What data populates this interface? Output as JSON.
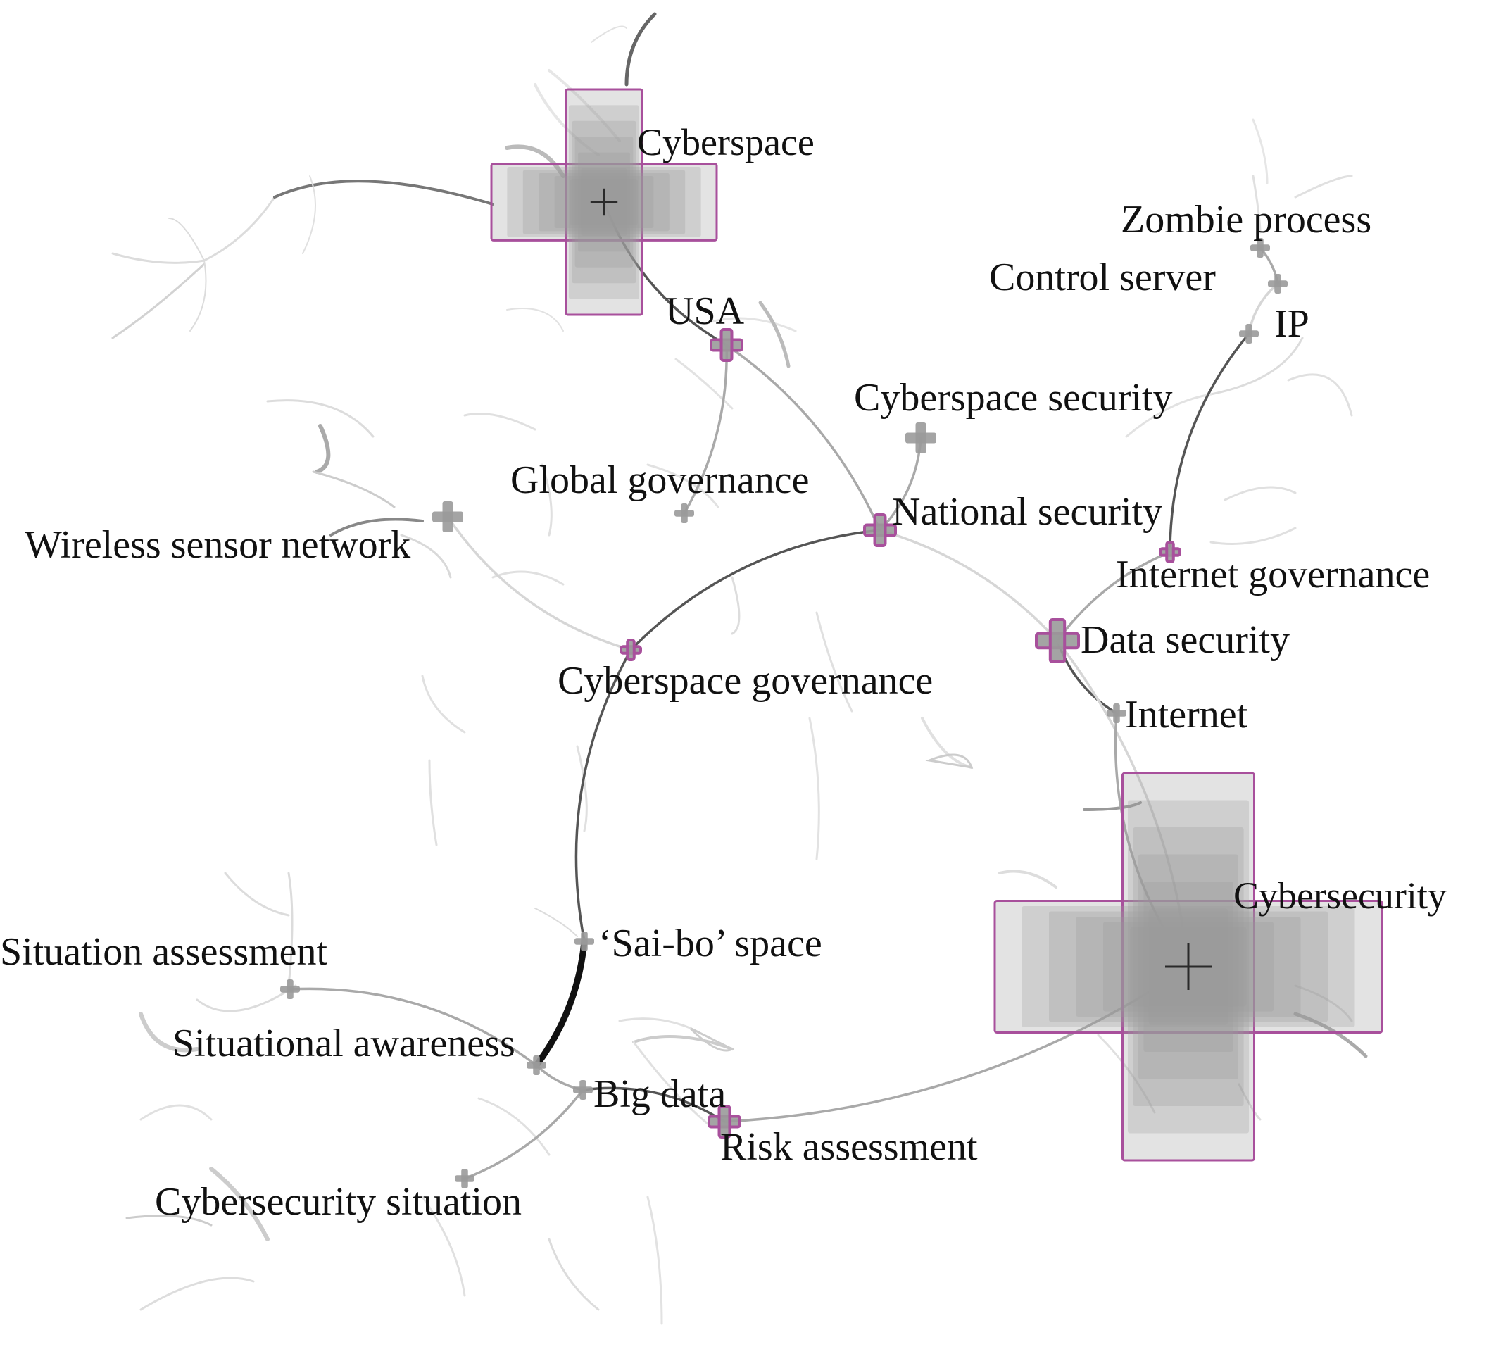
{
  "nodes": [
    {
      "id": "cyberspace",
      "label": "Cyberspace",
      "size": "xl",
      "burst": false
    },
    {
      "id": "cybersecurity",
      "label": "Cybersecurity",
      "size": "xxl",
      "burst": false
    },
    {
      "id": "usa",
      "label": "USA",
      "size": "s",
      "burst": true
    },
    {
      "id": "zombie-process",
      "label": "Zombie process",
      "size": "xs",
      "burst": false
    },
    {
      "id": "control-server",
      "label": "Control server",
      "size": "xs",
      "burst": false
    },
    {
      "id": "ip",
      "label": "IP",
      "size": "xs",
      "burst": false
    },
    {
      "id": "cyberspace-security",
      "label": "Cyberspace security",
      "size": "s",
      "burst": false
    },
    {
      "id": "global-governance",
      "label": "Global governance",
      "size": "xs",
      "burst": false
    },
    {
      "id": "national-security",
      "label": "National security",
      "size": "s",
      "burst": true
    },
    {
      "id": "wireless-sensor-network",
      "label": "Wireless sensor network",
      "size": "s",
      "burst": false
    },
    {
      "id": "internet-governance",
      "label": "Internet governance",
      "size": "xs",
      "burst": true
    },
    {
      "id": "data-security",
      "label": "Data security",
      "size": "m",
      "burst": true
    },
    {
      "id": "cyberspace-governance",
      "label": "Cyberspace governance",
      "size": "xs",
      "burst": true
    },
    {
      "id": "internet",
      "label": "Internet",
      "size": "xs",
      "burst": false
    },
    {
      "id": "sai-bo-space",
      "label": "‘Sai-bo’ space",
      "size": "xs",
      "burst": false
    },
    {
      "id": "situation-assessment",
      "label": "Situation assessment",
      "size": "xs",
      "burst": false
    },
    {
      "id": "situational-awareness",
      "label": "Situational awareness",
      "size": "xs",
      "burst": false
    },
    {
      "id": "big-data",
      "label": "Big data",
      "size": "xs",
      "burst": false
    },
    {
      "id": "risk-assessment",
      "label": "Risk assessment",
      "size": "s",
      "burst": true
    },
    {
      "id": "cybersecurity-situation",
      "label": "Cybersecurity situation",
      "size": "xs",
      "burst": false
    }
  ],
  "edges": [
    [
      "cyberspace",
      "usa"
    ],
    [
      "usa",
      "national-security"
    ],
    [
      "national-security",
      "cyberspace-security"
    ],
    [
      "national-security",
      "data-security"
    ],
    [
      "national-security",
      "cyberspace-governance"
    ],
    [
      "usa",
      "global-governance"
    ],
    [
      "wireless-sensor-network",
      "cyberspace-governance"
    ],
    [
      "data-security",
      "internet-governance"
    ],
    [
      "data-security",
      "internet"
    ],
    [
      "data-security",
      "cybersecurity"
    ],
    [
      "internet",
      "cybersecurity"
    ],
    [
      "cybersecurity",
      "risk-assessment"
    ],
    [
      "risk-assessment",
      "big-data"
    ],
    [
      "big-data",
      "situational-awareness"
    ],
    [
      "situational-awareness",
      "situation-assessment"
    ],
    [
      "sai-bo-space",
      "situational-awareness"
    ],
    [
      "cyberspace-governance",
      "sai-bo-space"
    ],
    [
      "big-data",
      "cybersecurity-situation"
    ],
    [
      "control-server",
      "ip"
    ],
    [
      "zombie-process",
      "control-server"
    ],
    [
      "ip",
      "internet-governance"
    ]
  ],
  "colors": {
    "burst": "#a8509c",
    "node_fill": "#9a9a9a",
    "node_dark": "#2a2a2a",
    "edge_light": "#d6d6d6",
    "edge_mid": "#a9a9a9",
    "edge_dark": "#555555",
    "edge_black": "#111111",
    "label": "#111111"
  }
}
